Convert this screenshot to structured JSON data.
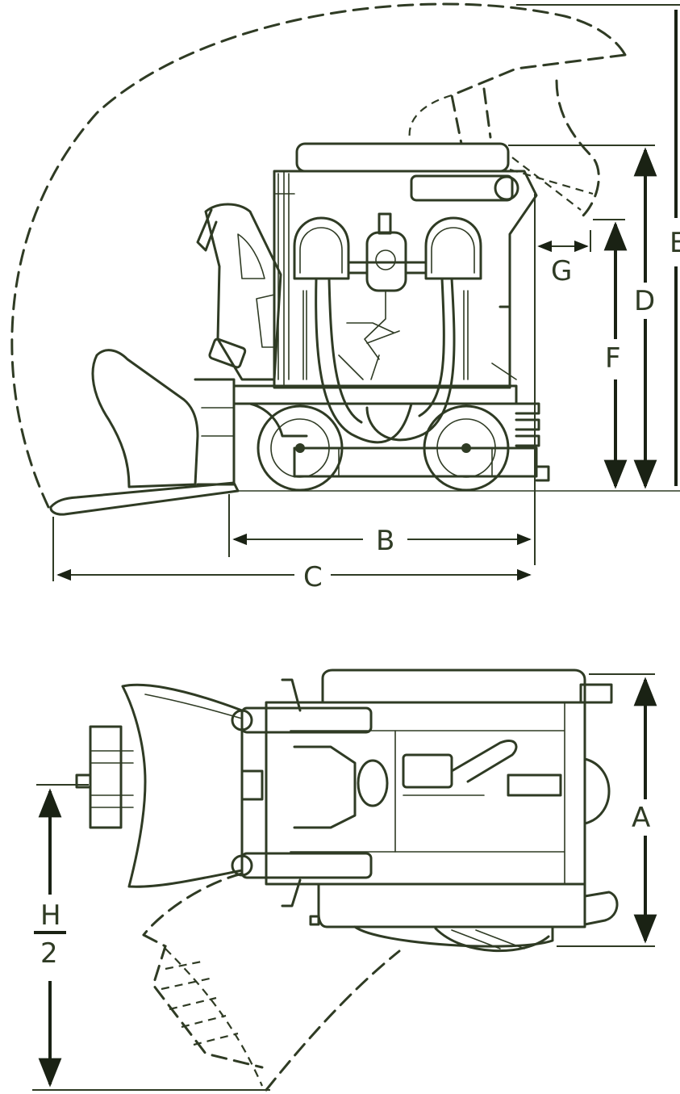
{
  "diagram": {
    "side_view": {
      "labels": {
        "b": "B",
        "c": "C",
        "d": "D",
        "e": "E",
        "f": "F",
        "g": "G"
      }
    },
    "top_view": {
      "labels": {
        "a": "A",
        "h_num": "H",
        "h_den": "2"
      }
    },
    "colors": {
      "ink": "#2f3b24",
      "background": "#ffffff"
    }
  }
}
